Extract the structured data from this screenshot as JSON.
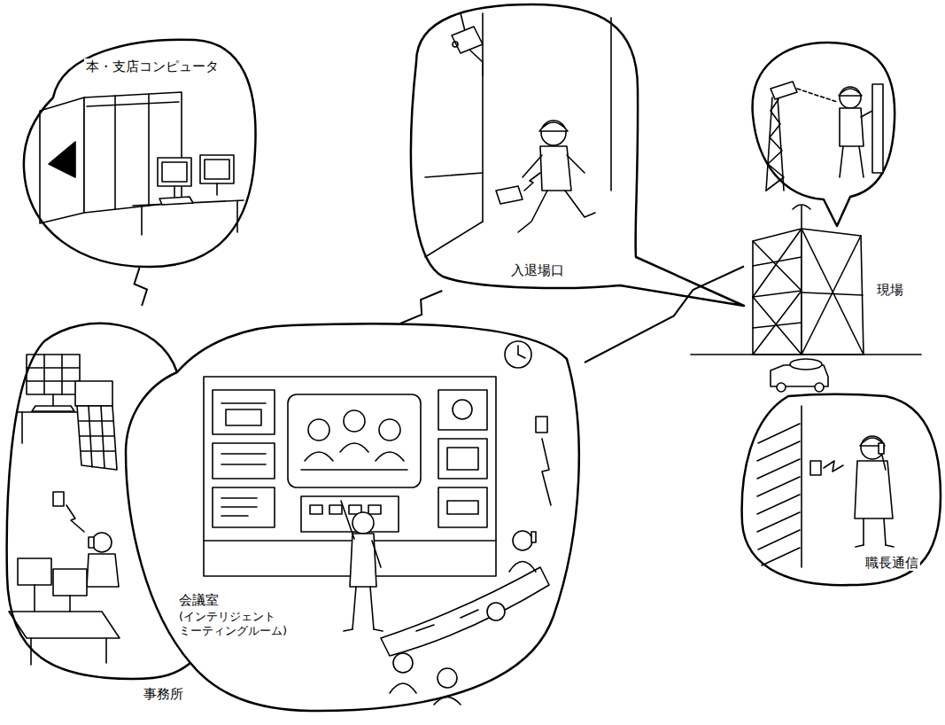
{
  "diagram": {
    "nodes": [
      {
        "text": [
          "本・支店コンピュータ"
        ]
      },
      {
        "text": [
          "事務所"
        ]
      },
      {
        "text": [
          "会議室",
          "(インテリジェント ミーティングルーム)"
        ]
      },
      {
        "text": [
          "入退場口"
        ]
      },
      {
        "text": [
          "現場"
        ]
      },
      {
        "text": [
          "職長通信"
        ]
      }
    ],
    "edges": [
      {
        "from": 0,
        "to": 1,
        "arrow": "none"
      },
      {
        "from": 2,
        "to": 3,
        "arrow": "none"
      },
      {
        "from": 2,
        "to": 4,
        "arrow": "none"
      }
    ]
  }
}
